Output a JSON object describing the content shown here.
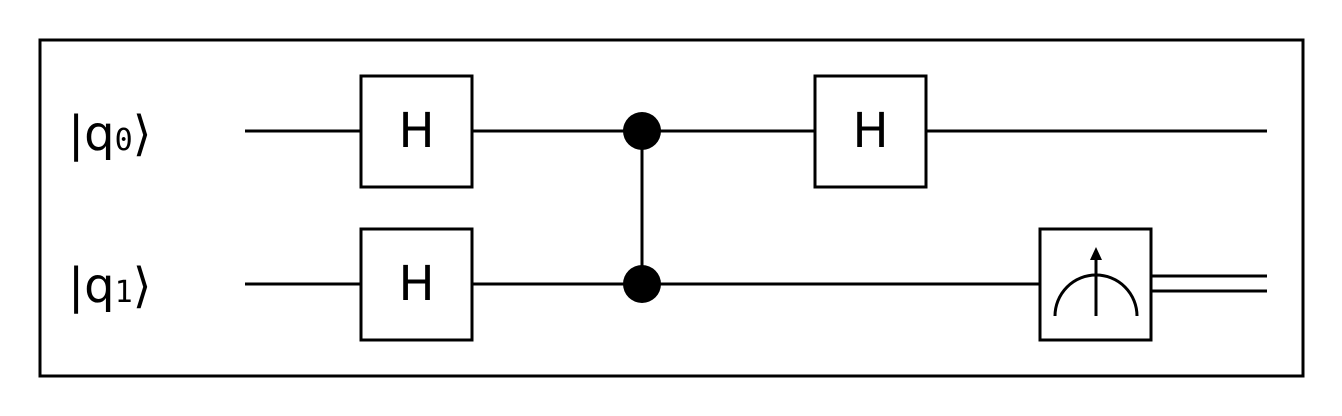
{
  "qubits": [
    {
      "label_open": "|q",
      "label_sub": "0",
      "label_close": "⟩"
    },
    {
      "label_open": "|q",
      "label_sub": "1",
      "label_close": "⟩"
    }
  ],
  "gates": {
    "h_q0_first": "H",
    "h_q1": "H",
    "h_q0_second": "H"
  },
  "controlled_gate": {
    "type": "cz",
    "qubits": [
      0,
      1
    ]
  },
  "measurement": {
    "qubit": 1,
    "icon": "meter-icon"
  },
  "colors": {
    "stroke": "#000000",
    "background": "#ffffff"
  }
}
